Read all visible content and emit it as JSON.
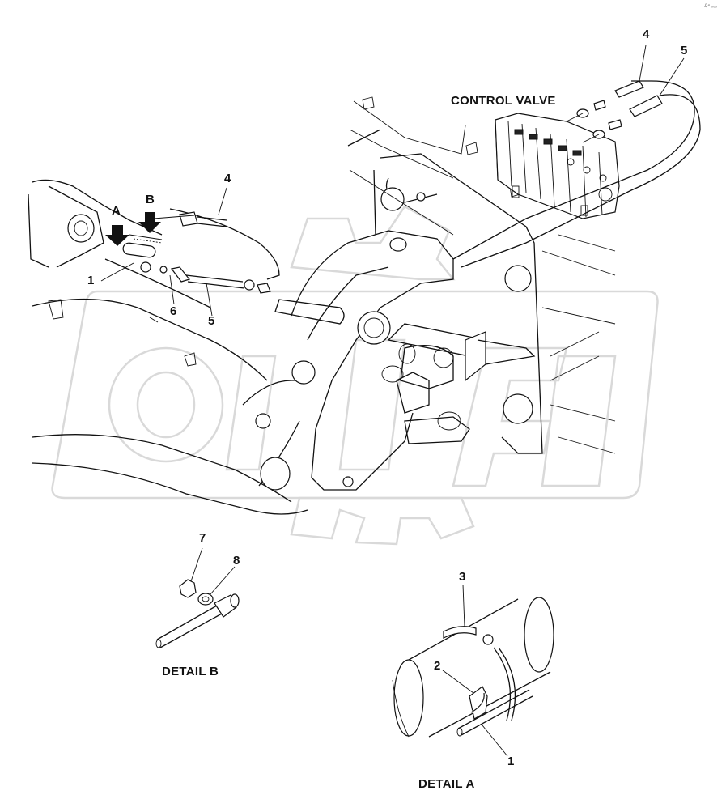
{
  "corner_code": "ℒ⁴ ₀₀₀",
  "captions": {
    "control_valve": "CONTROL VALVE",
    "detail_b": "DETAIL B",
    "detail_a": "DETAIL A"
  },
  "view_arrows": {
    "a": "A",
    "b": "B"
  },
  "callouts": {
    "c4_top": "4",
    "c5_top": "5",
    "c4_mid": "4",
    "c1_main": "1",
    "c6": "6",
    "c5_mid": "5",
    "c7": "7",
    "c8": "8",
    "c3": "3",
    "c2": "2",
    "c1_detail": "1"
  },
  "watermark": {
    "icon": "gear-watermark-icon"
  }
}
